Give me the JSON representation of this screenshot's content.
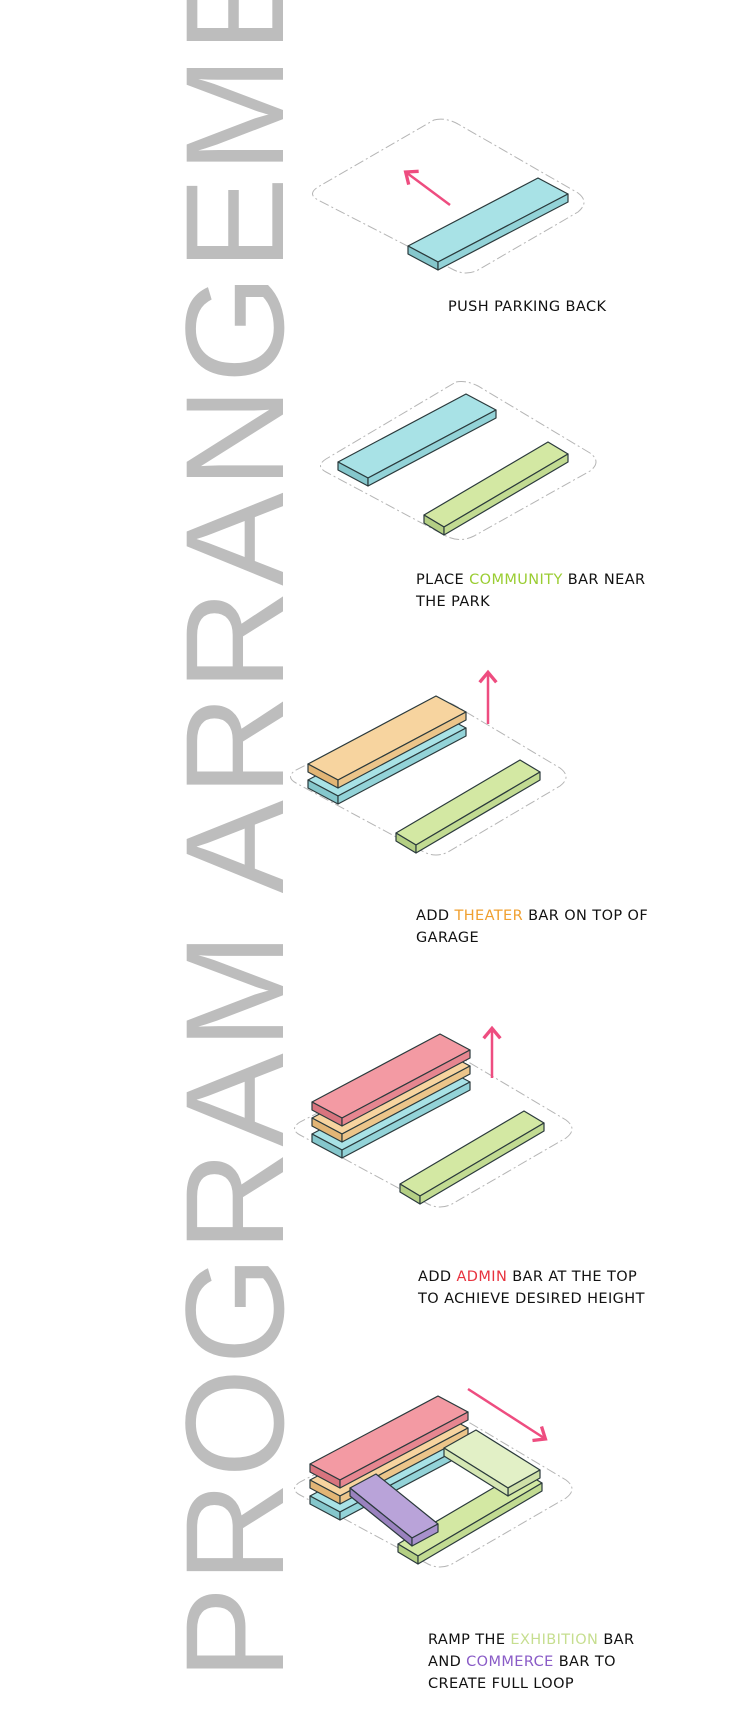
{
  "title": "PROGRAM ARRANGEMENT",
  "colors": {
    "title": "#bdbdbd",
    "arrow": "#ee4d80",
    "parking": "#a8e2e6",
    "community": "#d3e8a3",
    "theater": "#f7d49f",
    "admin": "#f39aa3",
    "exhibition": "#e2f0c6",
    "commerce": "#b9a3d9"
  },
  "steps": [
    {
      "line1": "PUSH PARKING BACK",
      "line2": ""
    },
    {
      "line1_pre": "PLACE ",
      "line1_hl": "COMMUNITY",
      "line1_post": " BAR NEAR",
      "line2": "THE PARK"
    },
    {
      "line1_pre": "ADD ",
      "line1_hl": "THEATER",
      "line1_post": " BAR ON TOP OF",
      "line2": "GARAGE"
    },
    {
      "line1_pre": "ADD ",
      "line1_hl": "ADMIN",
      "line1_post": " BAR AT THE TOP",
      "line2": "TO ACHIEVE DESIRED HEIGHT"
    },
    {
      "line1_pre": "RAMP THE ",
      "line1_hl": "EXHIBITION",
      "line1_post": " BAR",
      "line2_pre": "AND ",
      "line2_hl": "COMMERCE",
      "line2_post": " BAR TO",
      "line3": "CREATE FULL LOOP"
    }
  ]
}
